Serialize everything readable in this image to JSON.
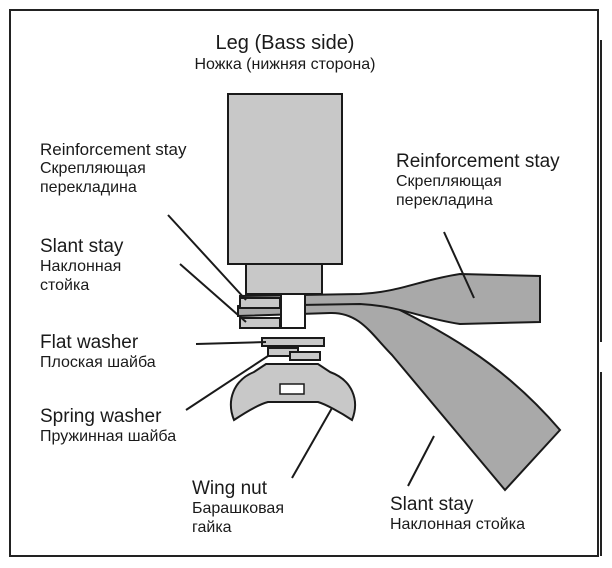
{
  "labels": {
    "leg": {
      "en": "Leg (Bass side)",
      "ru": "Ножка (нижняя сторона)"
    },
    "reinforcement_left": {
      "en": "Reinforcement stay",
      "ru1": "Скрепляющая",
      "ru2": "перекладина"
    },
    "reinforcement_right": {
      "en": "Reinforcement stay",
      "ru1": "Скрепляющая",
      "ru2": "перекладина"
    },
    "slant_left": {
      "en": "Slant stay",
      "ru1": "Наклонная",
      "ru2": "стойка"
    },
    "flat_washer": {
      "en": "Flat washer",
      "ru": "Плоская шайба"
    },
    "spring_washer": {
      "en": "Spring washer",
      "ru": "Пружинная шайба"
    },
    "wing_nut": {
      "en": "Wing nut",
      "ru1": "Барашковая",
      "ru2": "гайка"
    },
    "slant_right": {
      "en": "Slant stay",
      "ru": "Наклонная стойка"
    }
  },
  "colors": {
    "part_gray": "#c8c8c8",
    "stay_gray": "#a9a9a9",
    "outline": "#1a1a1a"
  }
}
